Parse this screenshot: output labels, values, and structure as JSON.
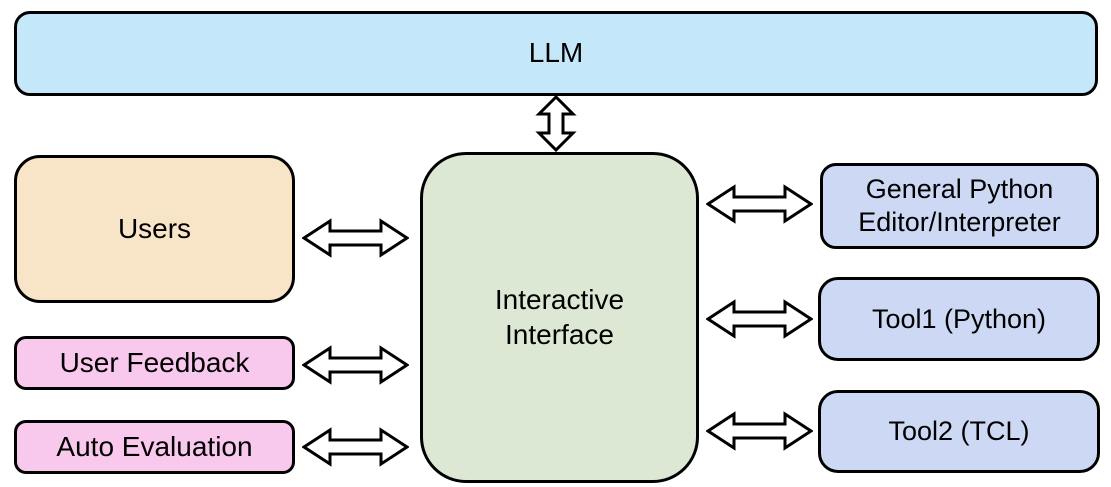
{
  "diagram_type": "block-diagram",
  "style": {
    "background": "#ffffff",
    "border_color": "#000000",
    "text_color": "#000000",
    "arrow_fill": "#ffffff",
    "arrow_stroke": "#000000"
  },
  "nodes": {
    "llm": {
      "label": "LLM",
      "fill": "#c4e7fa"
    },
    "users": {
      "label": "Users",
      "fill": "#f8e5c8"
    },
    "user_feedback": {
      "label": "User Feedback",
      "fill": "#f9c8ed"
    },
    "auto_evaluation": {
      "label": "Auto Evaluation",
      "fill": "#f9c8ed"
    },
    "interactive_interface": {
      "label": "Interactive\nInterface",
      "fill": "#dce8d4"
    },
    "general_python_editor": {
      "label": "General Python\nEditor/Interpreter",
      "fill": "#cdd9f4"
    },
    "tool1": {
      "label": "Tool1 (Python)",
      "fill": "#cdd9f4"
    },
    "tool2": {
      "label": "Tool2 (TCL)",
      "fill": "#cdd9f4"
    }
  },
  "edges": [
    {
      "from": "LLM",
      "to": "Interactive Interface",
      "direction": "bidirectional"
    },
    {
      "from": "Users",
      "to": "Interactive Interface",
      "direction": "bidirectional"
    },
    {
      "from": "User Feedback",
      "to": "Interactive Interface",
      "direction": "bidirectional"
    },
    {
      "from": "Auto Evaluation",
      "to": "Interactive Interface",
      "direction": "bidirectional"
    },
    {
      "from": "Interactive Interface",
      "to": "General Python Editor/Interpreter",
      "direction": "bidirectional"
    },
    {
      "from": "Interactive Interface",
      "to": "Tool1 (Python)",
      "direction": "bidirectional"
    },
    {
      "from": "Interactive Interface",
      "to": "Tool2 (TCL)",
      "direction": "bidirectional"
    }
  ]
}
